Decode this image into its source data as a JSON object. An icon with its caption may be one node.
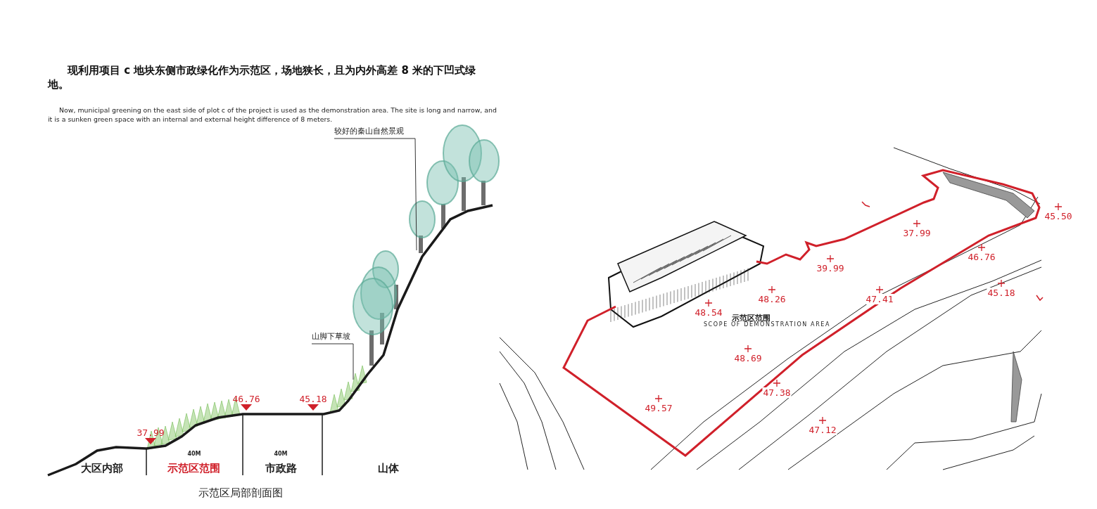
{
  "diagram": {
    "title": "现利用项目 c 地块东侧市政绿化作为示范区，场地狭长，且为内外高差 8 米的下凹式绿地。",
    "caption": "示范区局部剖面图",
    "nodes": [
      {
        "text": [
          "较好的秦山自然景观"
        ]
      },
      {
        "text": [
          "山脚下草坡"
        ]
      }
    ],
    "edges": [
      {
        "from": 0,
        "to": null,
        "arrow": "none"
      },
      {
        "from": 1,
        "to": null,
        "arrow": "none"
      }
    ],
    "labels": [
      "Now, municipal greening on the east side of plot c of the project is used as the demonstration area. The site is long and narrow, and it is a sunken green space with an internal and external height difference of 8 meters.",
      "37.99",
      "46.76",
      "45.18",
      "40M",
      "40M",
      "大区内部",
      "示范区范围",
      "市政路",
      "山体",
      "37.99",
      "45.50",
      "46.76",
      "39.99",
      "48.26",
      "47.41",
      "45.18",
      "48.54",
      "示范区范围",
      "SCOPE OF DEMONSTRATION AREA",
      "48.69",
      "47.38",
      "49.57",
      "47.12"
    ]
  }
}
